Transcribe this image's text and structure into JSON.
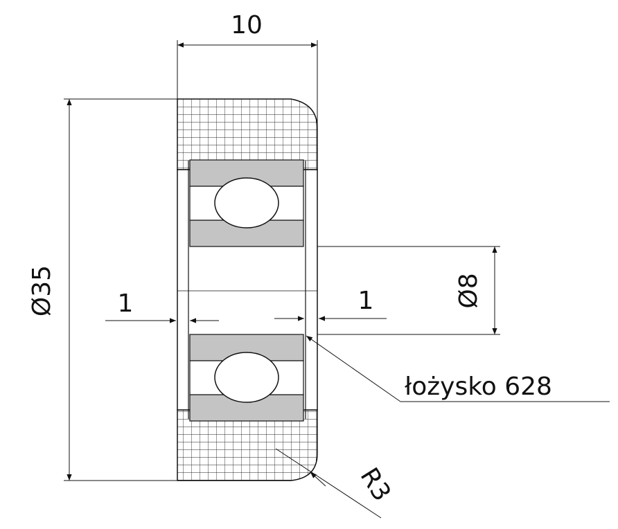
{
  "dimensions": {
    "width": "10",
    "outer_diameter": "Ø35",
    "bore_diameter": "Ø8",
    "left_gap": "1",
    "right_gap": "1",
    "radius": "R3"
  },
  "labels": {
    "bearing": "łożysko 628"
  },
  "colors": {
    "line": "#111111",
    "bearing_fill": "#c4c4c4",
    "tire_hatch": "#222222",
    "background": "#ffffff"
  }
}
